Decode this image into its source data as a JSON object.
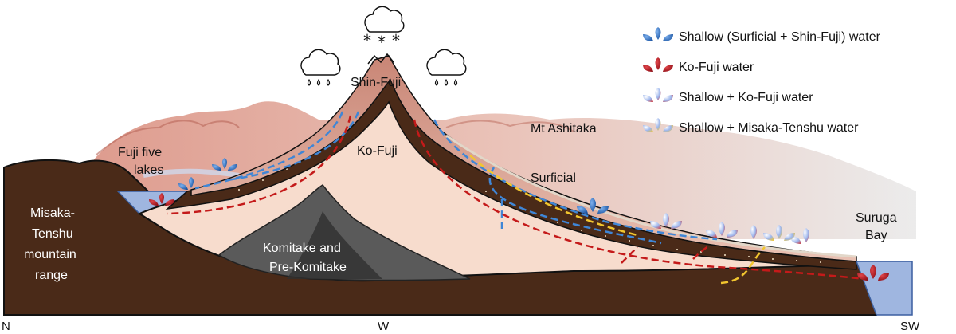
{
  "labels": {
    "shin_fuji": "Shin-Fuji",
    "ko_fuji": "Ko-Fuji",
    "mt_ashitaka": "Mt Ashitaka",
    "surficial": "Surficial",
    "fuji_five_lakes_1": "Fuji five",
    "fuji_five_lakes_2": "lakes",
    "misaka_1": "Misaka-",
    "misaka_2": "Tenshu",
    "misaka_3": "mountain",
    "misaka_4": "range",
    "komitake_1": "Komitake and",
    "komitake_2": "Pre-Komitake",
    "suruga_1": "Suruga",
    "suruga_2": "Bay"
  },
  "directions": {
    "left": "N",
    "center": "W",
    "right": "SW"
  },
  "legend": [
    {
      "label": "Shallow (Surficial + Shin-Fuji) water",
      "icon": "blue-drops-icon",
      "color": "#1f6fc4"
    },
    {
      "label": "Ko-Fuji water",
      "icon": "red-drops-icon",
      "color": "#b5121b"
    },
    {
      "label": "Shallow + Ko-Fuji water",
      "icon": "blue-red-drops-icon",
      "color": "#9aa9e0"
    },
    {
      "label": "Shallow + Misaka-Tenshu water",
      "icon": "blue-yellow-drops-icon",
      "color": "#f2d34a"
    }
  ],
  "weather": {
    "summit": "snow-cloud-icon",
    "left": "rain-cloud-icon",
    "right": "rain-cloud-icon"
  },
  "colors": {
    "shallow_flow": "#3f86d6",
    "ko_fuji_flow": "#c41a1a",
    "misaka_flow": "#f2c62f",
    "lake_water": "#9fb6e0",
    "basement": "#4a2a18",
    "ko_fuji_body": "#f7dccd",
    "shin_fuji_body": "#dfaa9a",
    "komitake": "#4a4a4a"
  }
}
